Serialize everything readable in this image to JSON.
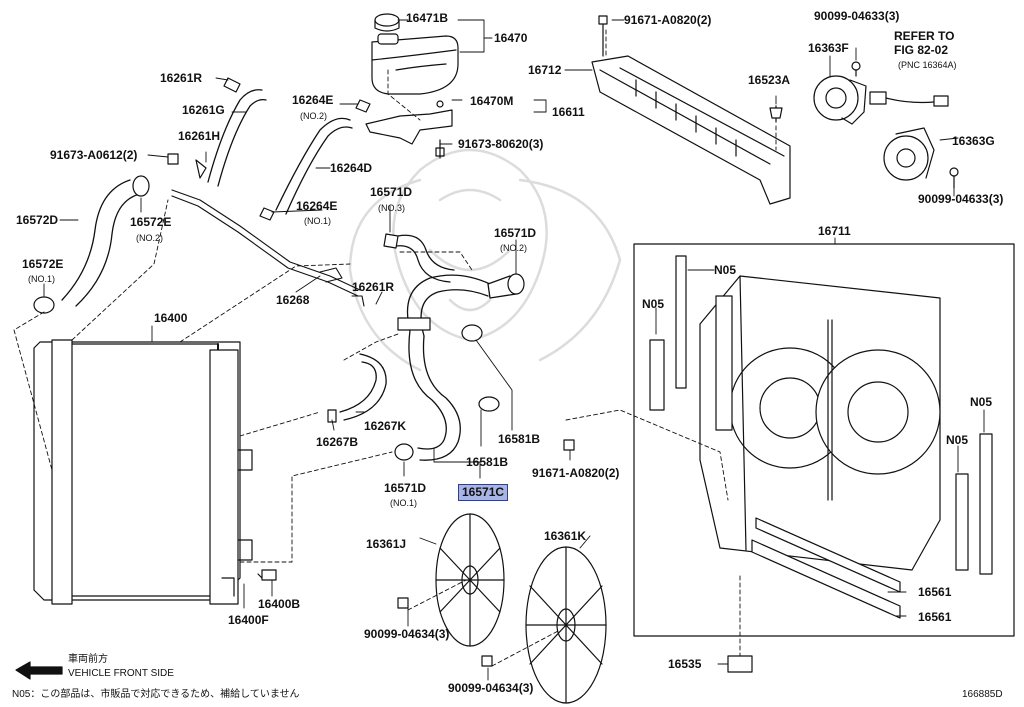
{
  "diagram_id": "166885D",
  "callouts": {
    "p16471B": "16471B",
    "p16470": "16470",
    "p91671_top": "91671-A0820(2)",
    "p16712": "16712",
    "p90099_633_top": "90099-04633(3)",
    "refer_to": "REFER TO",
    "fig": "FIG 82-02",
    "pnc": "(PNC 16364A)",
    "p16363F": "16363F",
    "p16523A": "16523A",
    "p16261R_top": "16261R",
    "p16261G": "16261G",
    "p16264E_top": "16264E",
    "no2_a": "(NO.2)",
    "p16470M": "16470M",
    "p16611": "16611",
    "p16261H": "16261H",
    "p91673_A0612": "91673-A0612(2)",
    "p91673_80620": "91673-80620(3)",
    "p16264D": "16264D",
    "p16363G": "16363G",
    "p90099_633_right": "90099-04633(3)",
    "p16572D": "16572D",
    "p16572E_a": "16572E",
    "no2_b": "(NO.2)",
    "p16264E_b": "16264E",
    "no1_a": "(NO.1)",
    "p16571D_a": "16571D",
    "no3": "(NO.3)",
    "p16711": "16711",
    "p16571D_b": "16571D",
    "no2_c": "(NO.2)",
    "p16572E_b": "16572E",
    "no1_b": "(NO.1)",
    "p16268": "16268",
    "p16261R_b": "16261R",
    "n05_a": "N05",
    "n05_b": "N05",
    "p16400": "16400",
    "n05_c": "N05",
    "n05_d": "N05",
    "p16267K": "16267K",
    "p16267B": "16267B",
    "p16581B_a": "16581B",
    "p16581B_b": "16581B",
    "p16571D_c": "16571D",
    "no1_c": "(NO.1)",
    "p91671_mid": "91671-A0820(2)",
    "p16571C": "16571C",
    "p16361J": "16361J",
    "p16361K": "16361K",
    "p16400B": "16400B",
    "p16400F": "16400F",
    "p90099_634_a": "90099-04634(3)",
    "p16561_a": "16561",
    "p16561_b": "16561",
    "p16535": "16535",
    "p90099_634_b": "90099-04634(3)",
    "front_jp": "車両前方",
    "front_en": "VEHICLE FRONT SIDE",
    "footnote": "N05：この部品は、市販品で対応できるため、補給していません"
  }
}
